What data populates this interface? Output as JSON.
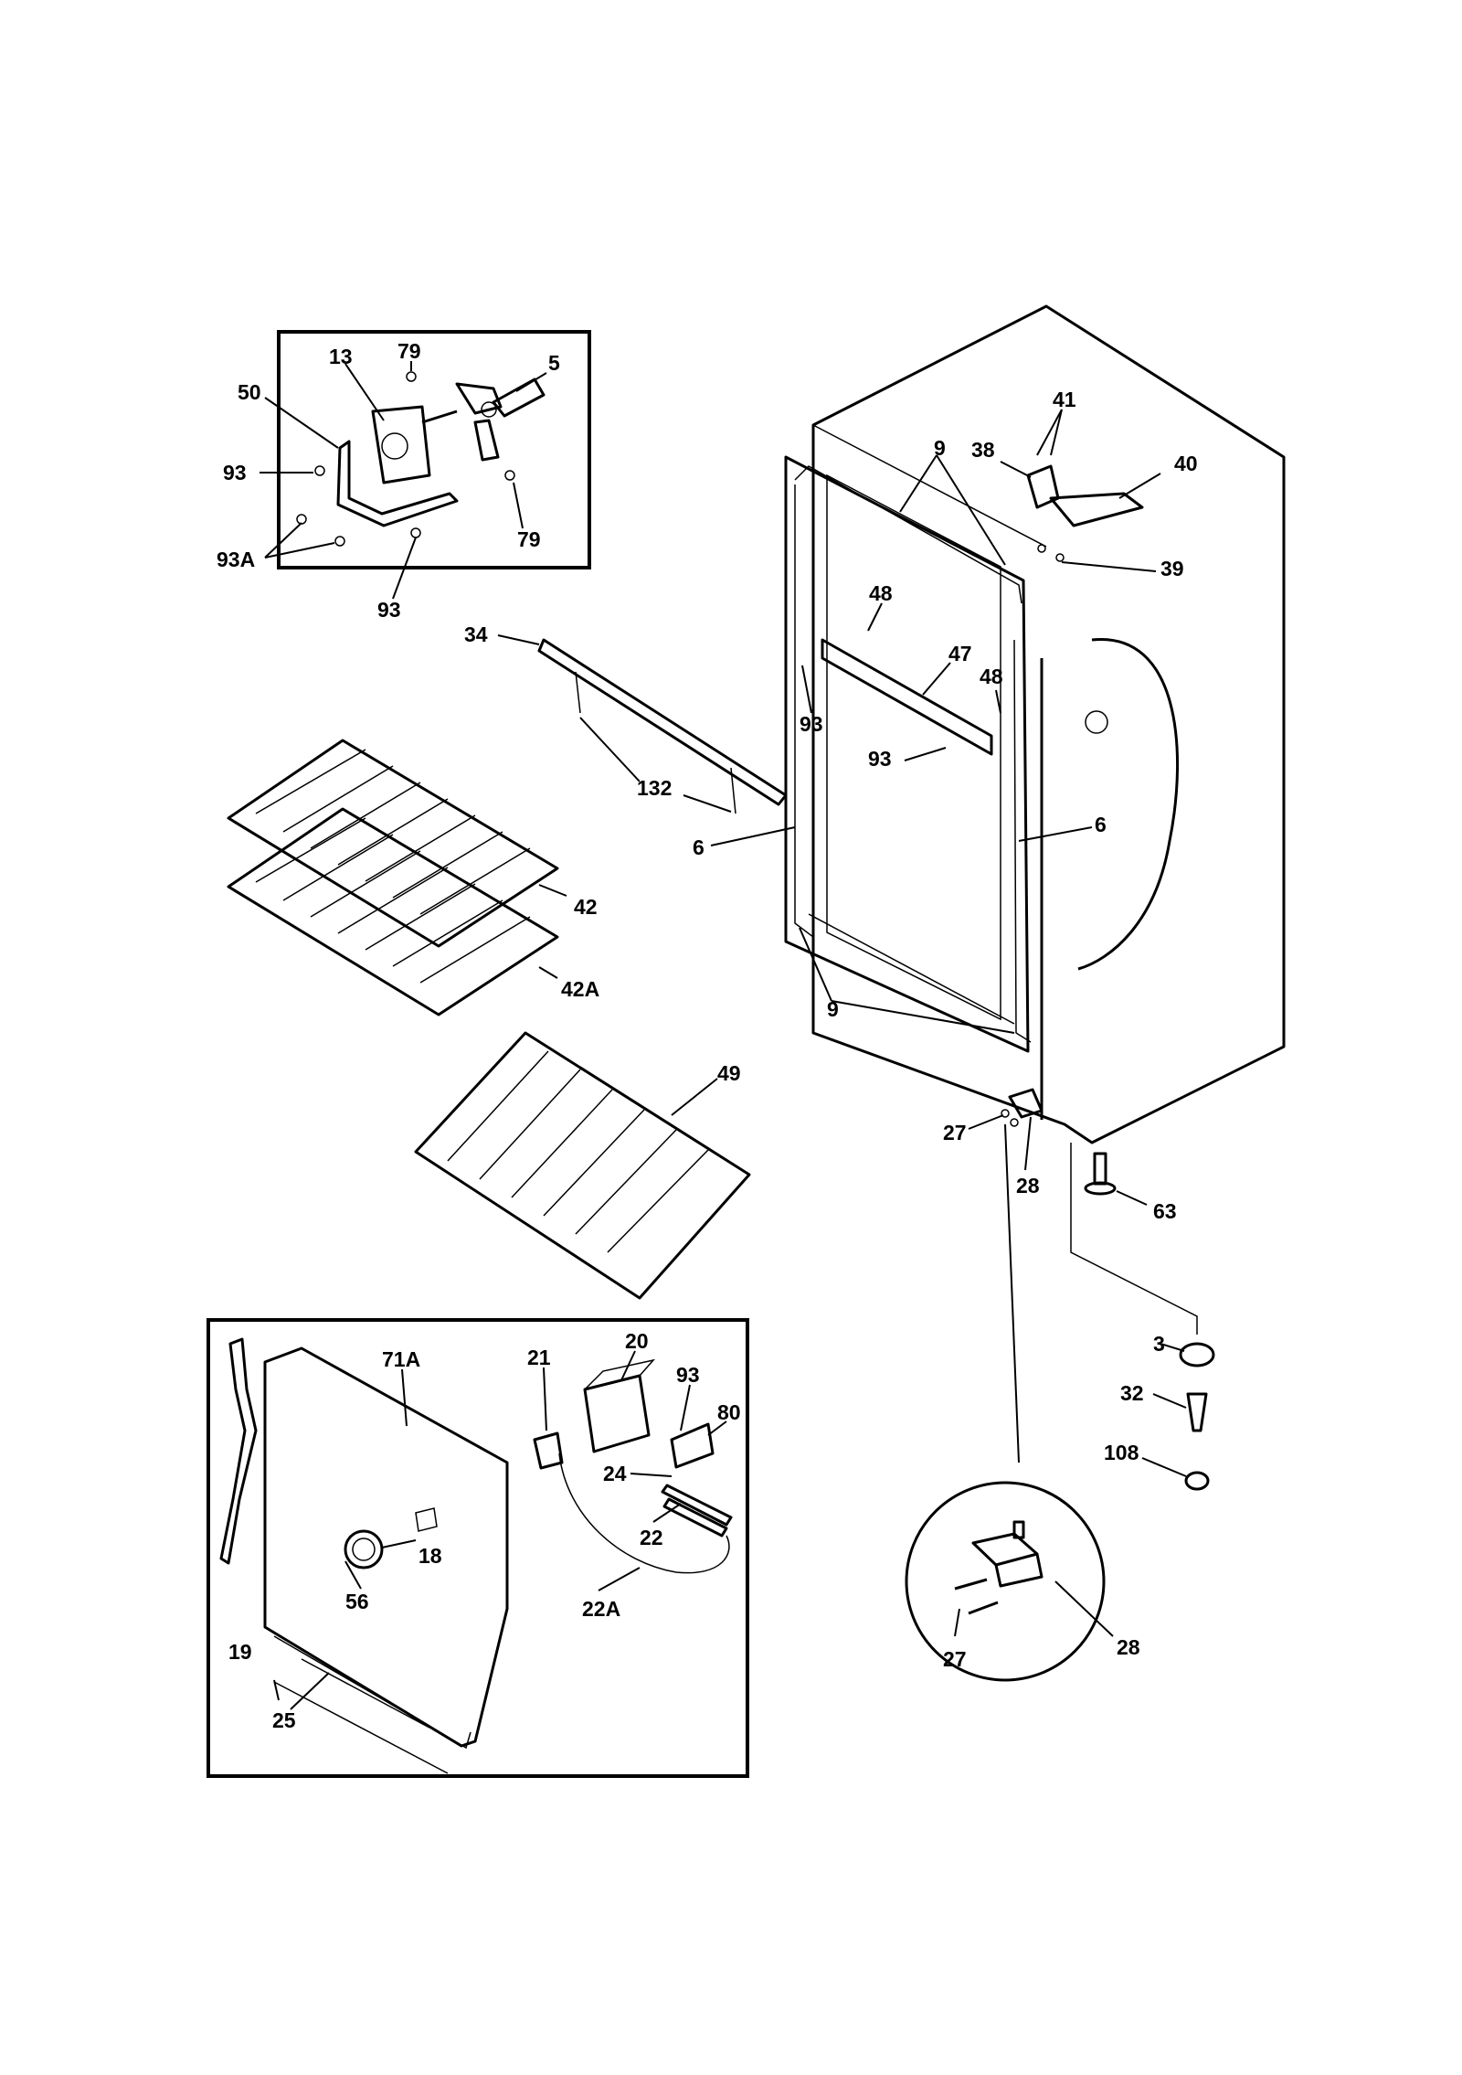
{
  "callouts": {
    "c13": "13",
    "c79a": "79",
    "c5": "5",
    "c50": "50",
    "c93a": "93",
    "c79b": "79",
    "c93A": "93A",
    "c93b": "93",
    "c41": "41",
    "c38": "38",
    "c40": "40",
    "c9a": "9",
    "c39": "39",
    "c48a": "48",
    "c47": "47",
    "c48b": "48",
    "c93c": "93",
    "c93d": "93",
    "c34": "34",
    "c132": "132",
    "c6a": "6",
    "c6b": "6",
    "c42": "42",
    "c42A": "42A",
    "c9b": "9",
    "c49": "49",
    "c27a": "27",
    "c28a": "28",
    "c63": "63",
    "c3": "3",
    "c32": "32",
    "c108": "108",
    "c20": "20",
    "c71A": "71A",
    "c21": "21",
    "c93e": "93",
    "c80": "80",
    "c24": "24",
    "c22": "22",
    "c22A": "22A",
    "c18": "18",
    "c56": "56",
    "c19": "19",
    "c25": "25",
    "c27b": "27",
    "c28b": "28"
  }
}
